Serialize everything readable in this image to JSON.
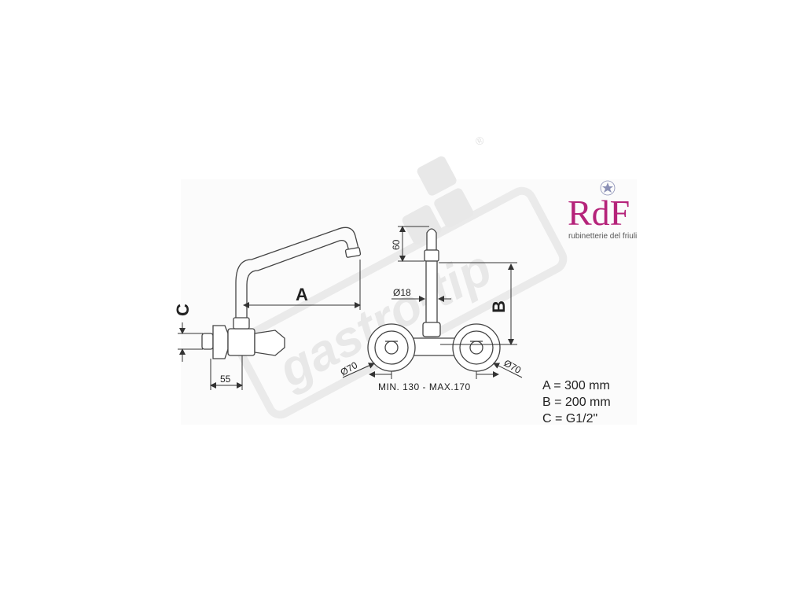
{
  "dimensions": {
    "A": "A",
    "B": "B",
    "C": "C",
    "d55": "55",
    "d60": "60",
    "d18": "Ø18",
    "d70_left": "Ø70",
    "d70_right": "Ø70",
    "spacing": "MIN. 130 - MAX.170"
  },
  "specs": [
    "A = 300 mm",
    "B = 200 mm",
    "C = G1/2\""
  ],
  "brand": {
    "logo_text": "RdF",
    "tagline": "rubinetterie del friuli",
    "color": "#b5237a"
  },
  "watermark": {
    "text": "gastro-tip",
    "registered": "®",
    "color": "#e9e9e9"
  },
  "colors": {
    "line": "#444444",
    "background": "#ffffff"
  }
}
